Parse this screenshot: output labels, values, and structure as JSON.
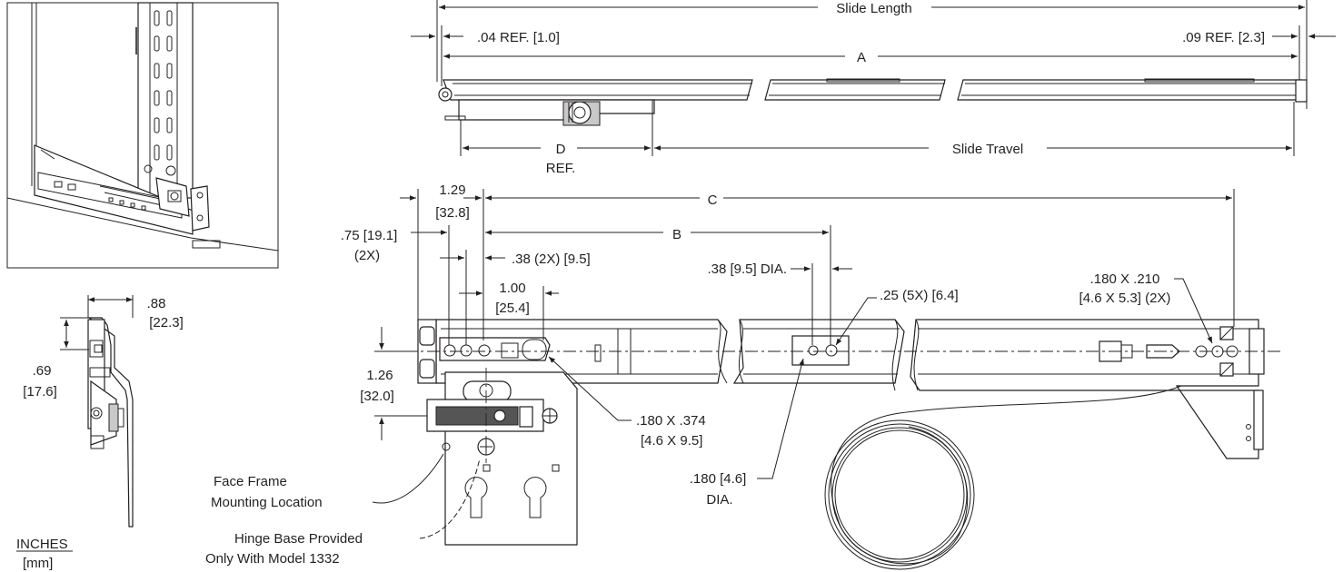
{
  "dimensions": {
    "slide_length": "Slide Length",
    "ref_left": ".04 REF. [1.0]",
    "ref_right": ".09 REF. [2.3]",
    "a": "A",
    "d": "D",
    "d_ref": "REF.",
    "slide_travel": "Slide Travel",
    "c": "C",
    "b": "B",
    "d129": "1.29",
    "d328": "[32.8]",
    "d75": ".75 [19.1]",
    "d75x": "(2X)",
    "d38": ".38 (2X) [9.5]",
    "d100": "1.00",
    "d254": "[25.4]",
    "d38dia": ".38 [9.5] DIA.",
    "d25": ".25 (5X) [6.4]",
    "d180x210": ".180 X .210",
    "d180x210mm": "[4.6 X 5.3] (2X)",
    "d126": "1.26",
    "d320": "[32.0]",
    "d180x374": ".180 X .374",
    "d180x374mm": "[4.6 X 9.5]",
    "d180": ".180 [4.6]",
    "d180dia": "DIA.",
    "d88": ".88",
    "d223": "[22.3]",
    "d69": ".69",
    "d176": "[17.6]"
  },
  "notes": {
    "face_frame_1": "Face Frame",
    "face_frame_2": "Mounting Location",
    "hinge_1": "Hinge Base Provided",
    "hinge_2": "Only With Model 1332"
  },
  "units": {
    "primary": "INCHES",
    "secondary": "[mm]"
  }
}
